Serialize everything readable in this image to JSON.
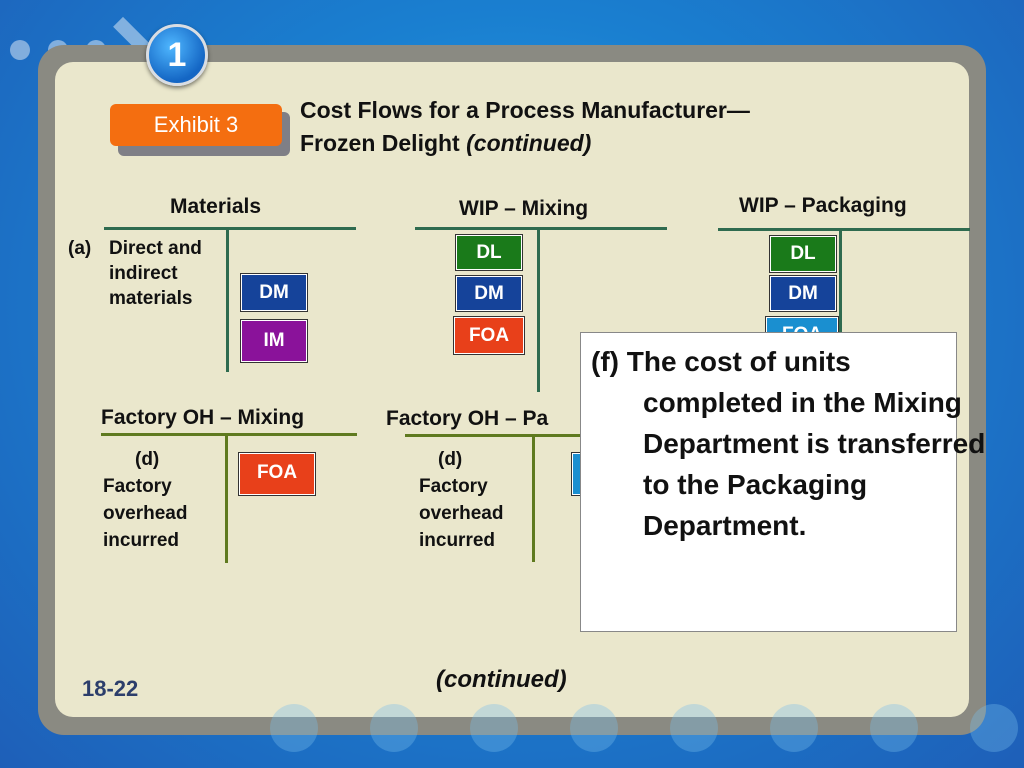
{
  "slide": {
    "step_badge": "1",
    "exhibit_label": "Exhibit 3",
    "title_line1": "Cost Flows for a Process Manufacturer—",
    "title_line2": "Frozen Delight",
    "title_italic": "(continued)",
    "page_number": "18-22",
    "footer_continued": "(continued)"
  },
  "accounts": {
    "materials": {
      "title": "Materials",
      "entry_label": "(a)",
      "entry_text": [
        "Direct and",
        "indirect",
        "materials"
      ],
      "credits": [
        "DM",
        "IM"
      ]
    },
    "wip_mixing": {
      "title": "WIP – Mixing",
      "debits": [
        "DL",
        "DM",
        "FOA"
      ]
    },
    "wip_packaging": {
      "title": "WIP – Packaging",
      "debits": [
        "DL",
        "DM",
        "FOA"
      ]
    },
    "foh_mixing": {
      "title": "Factory OH – Mixing",
      "entry_label": "(d)",
      "entry_text": [
        "Factory",
        "overhead",
        "incurred"
      ],
      "credits": [
        "FOA"
      ]
    },
    "foh_packaging": {
      "title": "Factory OH – Pa",
      "entry_label": "(d)",
      "entry_text": [
        "Factory",
        "overhead",
        "incurred"
      ]
    }
  },
  "callout": {
    "text": "(f) The cost of units completed in the Mixing Department is transferred to the Packaging Department."
  },
  "colors": {
    "dl": "#1a7a1a",
    "dm": "#15439a",
    "im": "#8a129a",
    "foa": "#e8401a",
    "exhibit": "#f46e10"
  }
}
